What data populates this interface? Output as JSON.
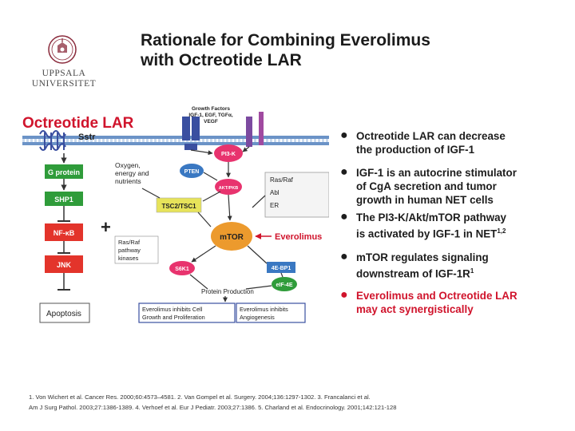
{
  "slide": {
    "title_line1": "Rationale for Combining Everolimus",
    "title_line2": "with Octreotide LAR",
    "logo_line1": "UPPSALA",
    "logo_line2": "UNIVERSITET"
  },
  "diagram": {
    "octreotide_label": "Octreotide LAR",
    "sstr": "Sstr",
    "g_protein": "G protein",
    "shp1": "SHP1",
    "nfkb": "NF-κB",
    "jnk": "JNK",
    "apoptosis": "Apoptosis",
    "plus": "+",
    "growth_factors": [
      "Growth Factors",
      "IGF-1, EGF, TGFα,",
      "VEGF"
    ],
    "oxygen": [
      "Oxygen,",
      "energy and",
      "nutrients"
    ],
    "pi3k": "PI3-K",
    "pten": "PTEN",
    "akt": "AKT/PKB",
    "ras_raf": "Ras/Raf",
    "abl": "Abl",
    "er": "ER",
    "tsc": "TSC2/TSC1",
    "mtor": "mTOR",
    "everolimus": "Everolimus",
    "rasraf_kinases": [
      "Ras/Raf",
      "pathway",
      "kinases"
    ],
    "s6k1": "S6K1",
    "ebp1": "4E-BP1",
    "eif4e": "eIF-4E",
    "protein_production": "Protein Production",
    "inhibits_cell": [
      "Everolimus inhibits Cell",
      "Growth and Proliferation"
    ],
    "inhibits_angio": [
      "Everolimus inhibits",
      "Angiogenesis"
    ]
  },
  "bullets": [
    {
      "lines": [
        "Octreotide LAR can decrease",
        "the production of IGF-1"
      ],
      "sup": "",
      "red": false
    },
    {
      "lines": [
        "IGF-1 is an autocrine stimulator",
        "of CgA secretion and tumor",
        "growth in human NET cells"
      ],
      "sup": "",
      "red": false
    },
    {
      "lines": [
        "The PI3-K/Akt/mTOR pathway",
        "is activated by IGF-1 in NET"
      ],
      "sup": "1,2",
      "red": false
    },
    {
      "lines": [
        "mTOR regulates signaling",
        "downstream of IGF-1R"
      ],
      "sup": "1",
      "red": false
    },
    {
      "lines": [
        "Everolimus and Octreotide LAR",
        "may act synergistically"
      ],
      "sup": "",
      "red": true
    }
  ],
  "references": {
    "line1": "1. Von Wichert et al. Cancer Res. 2000;60:4573–4581. 2. Van Gompel et al. Surgery. 2004;136:1297-1302. 3. Francalanci et al.",
    "line2": "Am J Surg Pathol. 2003;27:1386-1389. 4. Verhoef et al. Eur J Pediatr. 2003;27:1386. 5. Charland et al. Endocrinology. 2001;142:121-128"
  },
  "colors": {
    "title": "#1b1b1b",
    "red_accent": "#d0142c",
    "green_box": "#2f9c3a",
    "red_box": "#e3342b",
    "yellow_box": "#e7e35a",
    "orange_box": "#ec9a2d"
  }
}
